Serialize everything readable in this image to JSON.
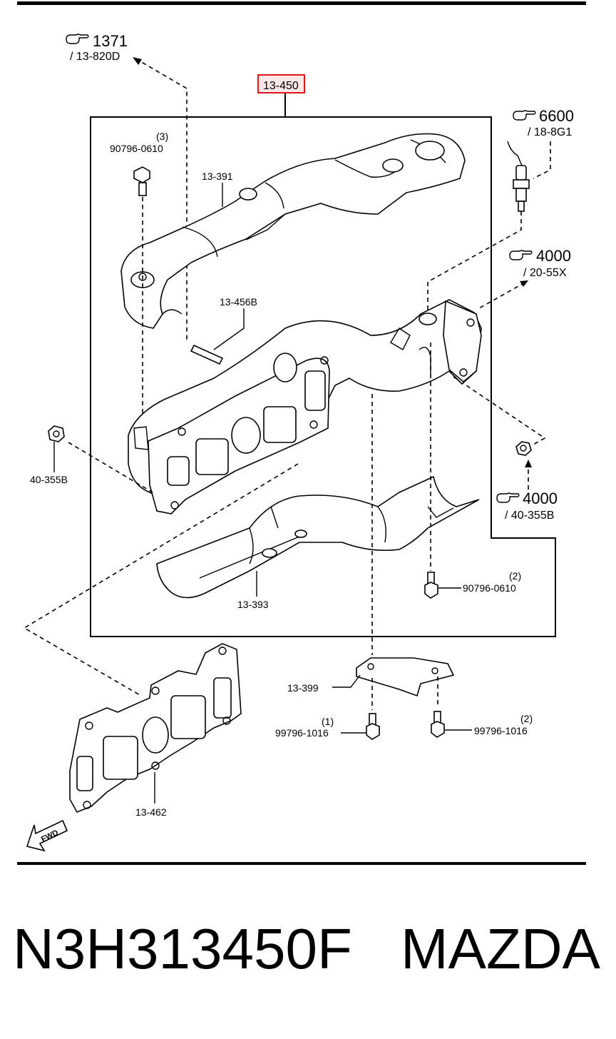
{
  "callouts": {
    "highlighted": "13-450",
    "heat_insulator_upper": "13-391",
    "stud": "13-456B",
    "heat_insulator_lower": "13-393",
    "nut_left": "40-355B",
    "bolt_upper_qty": "(3)",
    "bolt_upper": "90796-0610",
    "bolt_lower_qty": "(2)",
    "bolt_lower": "90796-0610",
    "bracket": "13-399",
    "bracket_bolt_left_qty": "(1)",
    "bracket_bolt_left": "99796-1016",
    "bracket_bolt_right_qty": "(2)",
    "bracket_bolt_right": "99796-1016",
    "gasket": "13-462",
    "fwd": "FWD"
  },
  "references": [
    {
      "num": "1371",
      "sub": "/ 13-820D"
    },
    {
      "num": "6600",
      "sub": "/ 18-8G1"
    },
    {
      "num": "4000",
      "sub": "/ 20-55X"
    },
    {
      "num": "4000",
      "sub": "/ 40-355B"
    }
  ],
  "footer": {
    "part_number": "N3H313450F",
    "brand": "MAZDA"
  },
  "colors": {
    "highlight": "#e0161e",
    "highlight_fill": "#fde8e8",
    "ink": "#000000"
  },
  "icons": {
    "reference": "pointing-hand-icon",
    "direction": "fwd-arrow-icon"
  }
}
